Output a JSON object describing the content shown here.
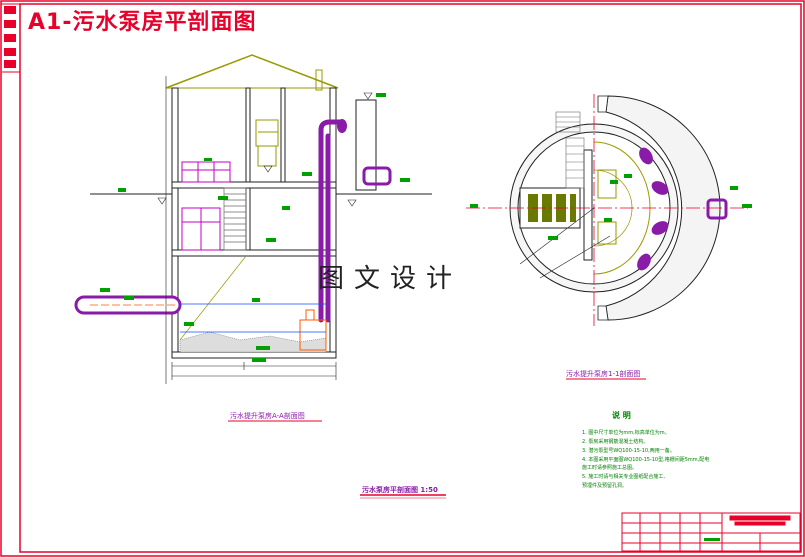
{
  "header": {
    "title": "A1-污水泵房平剖面图"
  },
  "watermark": {
    "text": "图文设计"
  },
  "labels": {
    "section_caption": "污水提升泵房A-A剖面图",
    "plan_caption": "污水提升泵房1-1剖面图",
    "main_caption": "污水泵房平剖面图 1:50",
    "notes_title": "说 明"
  },
  "notes": [
    "1. 图中尺寸单位为mm,标高单位为m。",
    "2. 泵房采用钢筋混凝土结构。",
    "3. 潜污泵型号WQ100-15-10,两用一备。",
    "4. 本图采用平面图WQ100-15-10型,格栅间距5mm,配电",
    "   施工时请参照施工总图。",
    "5. 施工时请与相关专业图纸配合施工,",
    "   预埋件及预留孔洞。"
  ],
  "colors": {
    "border": "#e8002a",
    "wall": "#222222",
    "roof": "#9a9a00",
    "pipe": "#8a1aa8",
    "dim": "#ff5a00",
    "tag": "#00a000",
    "axis": "#e8002a"
  }
}
